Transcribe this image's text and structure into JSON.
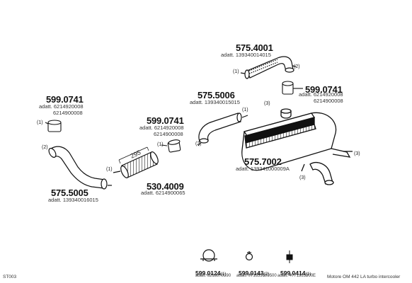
{
  "labels": {
    "p575_4001": "575.4001",
    "a575_4001": "adatt. 139340014015",
    "p599_0741_a": "599.0741",
    "a599_0741_a1": "adatt. 6214920008",
    "a599_0741_a2": "6214900008",
    "p599_0741_b": "599.0741",
    "a599_0741_b1": "adatt. 6214920008",
    "a599_0741_b2": "6214900008",
    "p575_5006": "575.5006",
    "a575_5006": "adatt. 139340015015",
    "p599_0741_c": "599.0741",
    "a599_0741_c1": "adatt. 6214920008",
    "a599_0741_c2": "6214900008",
    "p575_7002": "575.7002",
    "a575_7002": "adatt. 139341000009A",
    "p530_4009": "530.4009",
    "a530_4009": "adatt. 6214900065",
    "p575_5005": "575.5005",
    "a575_5005": "adatt. 139340016015",
    "dim_295": "295"
  },
  "callouts": {
    "c1_575_4001": "(1)",
    "c2_575_4001": "(2)",
    "c1_599_a": "(1)",
    "c2_575_5006": "(2)",
    "c3_top": "(3)",
    "c1_575_7002": "(1)",
    "c1_599_c": "(1)",
    "c2_575_5005": "(2)",
    "c1_530": "(1)",
    "c3_right": "(3)",
    "c3_bottom": "(3)"
  },
  "legend": [
    {
      "part": "599.0124",
      "qty": "(1)",
      "ref": "adatt. 6218970090"
    },
    {
      "part": "599.0143",
      "qty": "(2)",
      "ref": "adatt. 071555100500"
    },
    {
      "part": "599.0414",
      "qty": "(1)",
      "ref": "adatt. 4771333300E"
    }
  ],
  "footer": {
    "code": "ST003",
    "title": "Motore OM 442 LA turbo intercooler"
  }
}
